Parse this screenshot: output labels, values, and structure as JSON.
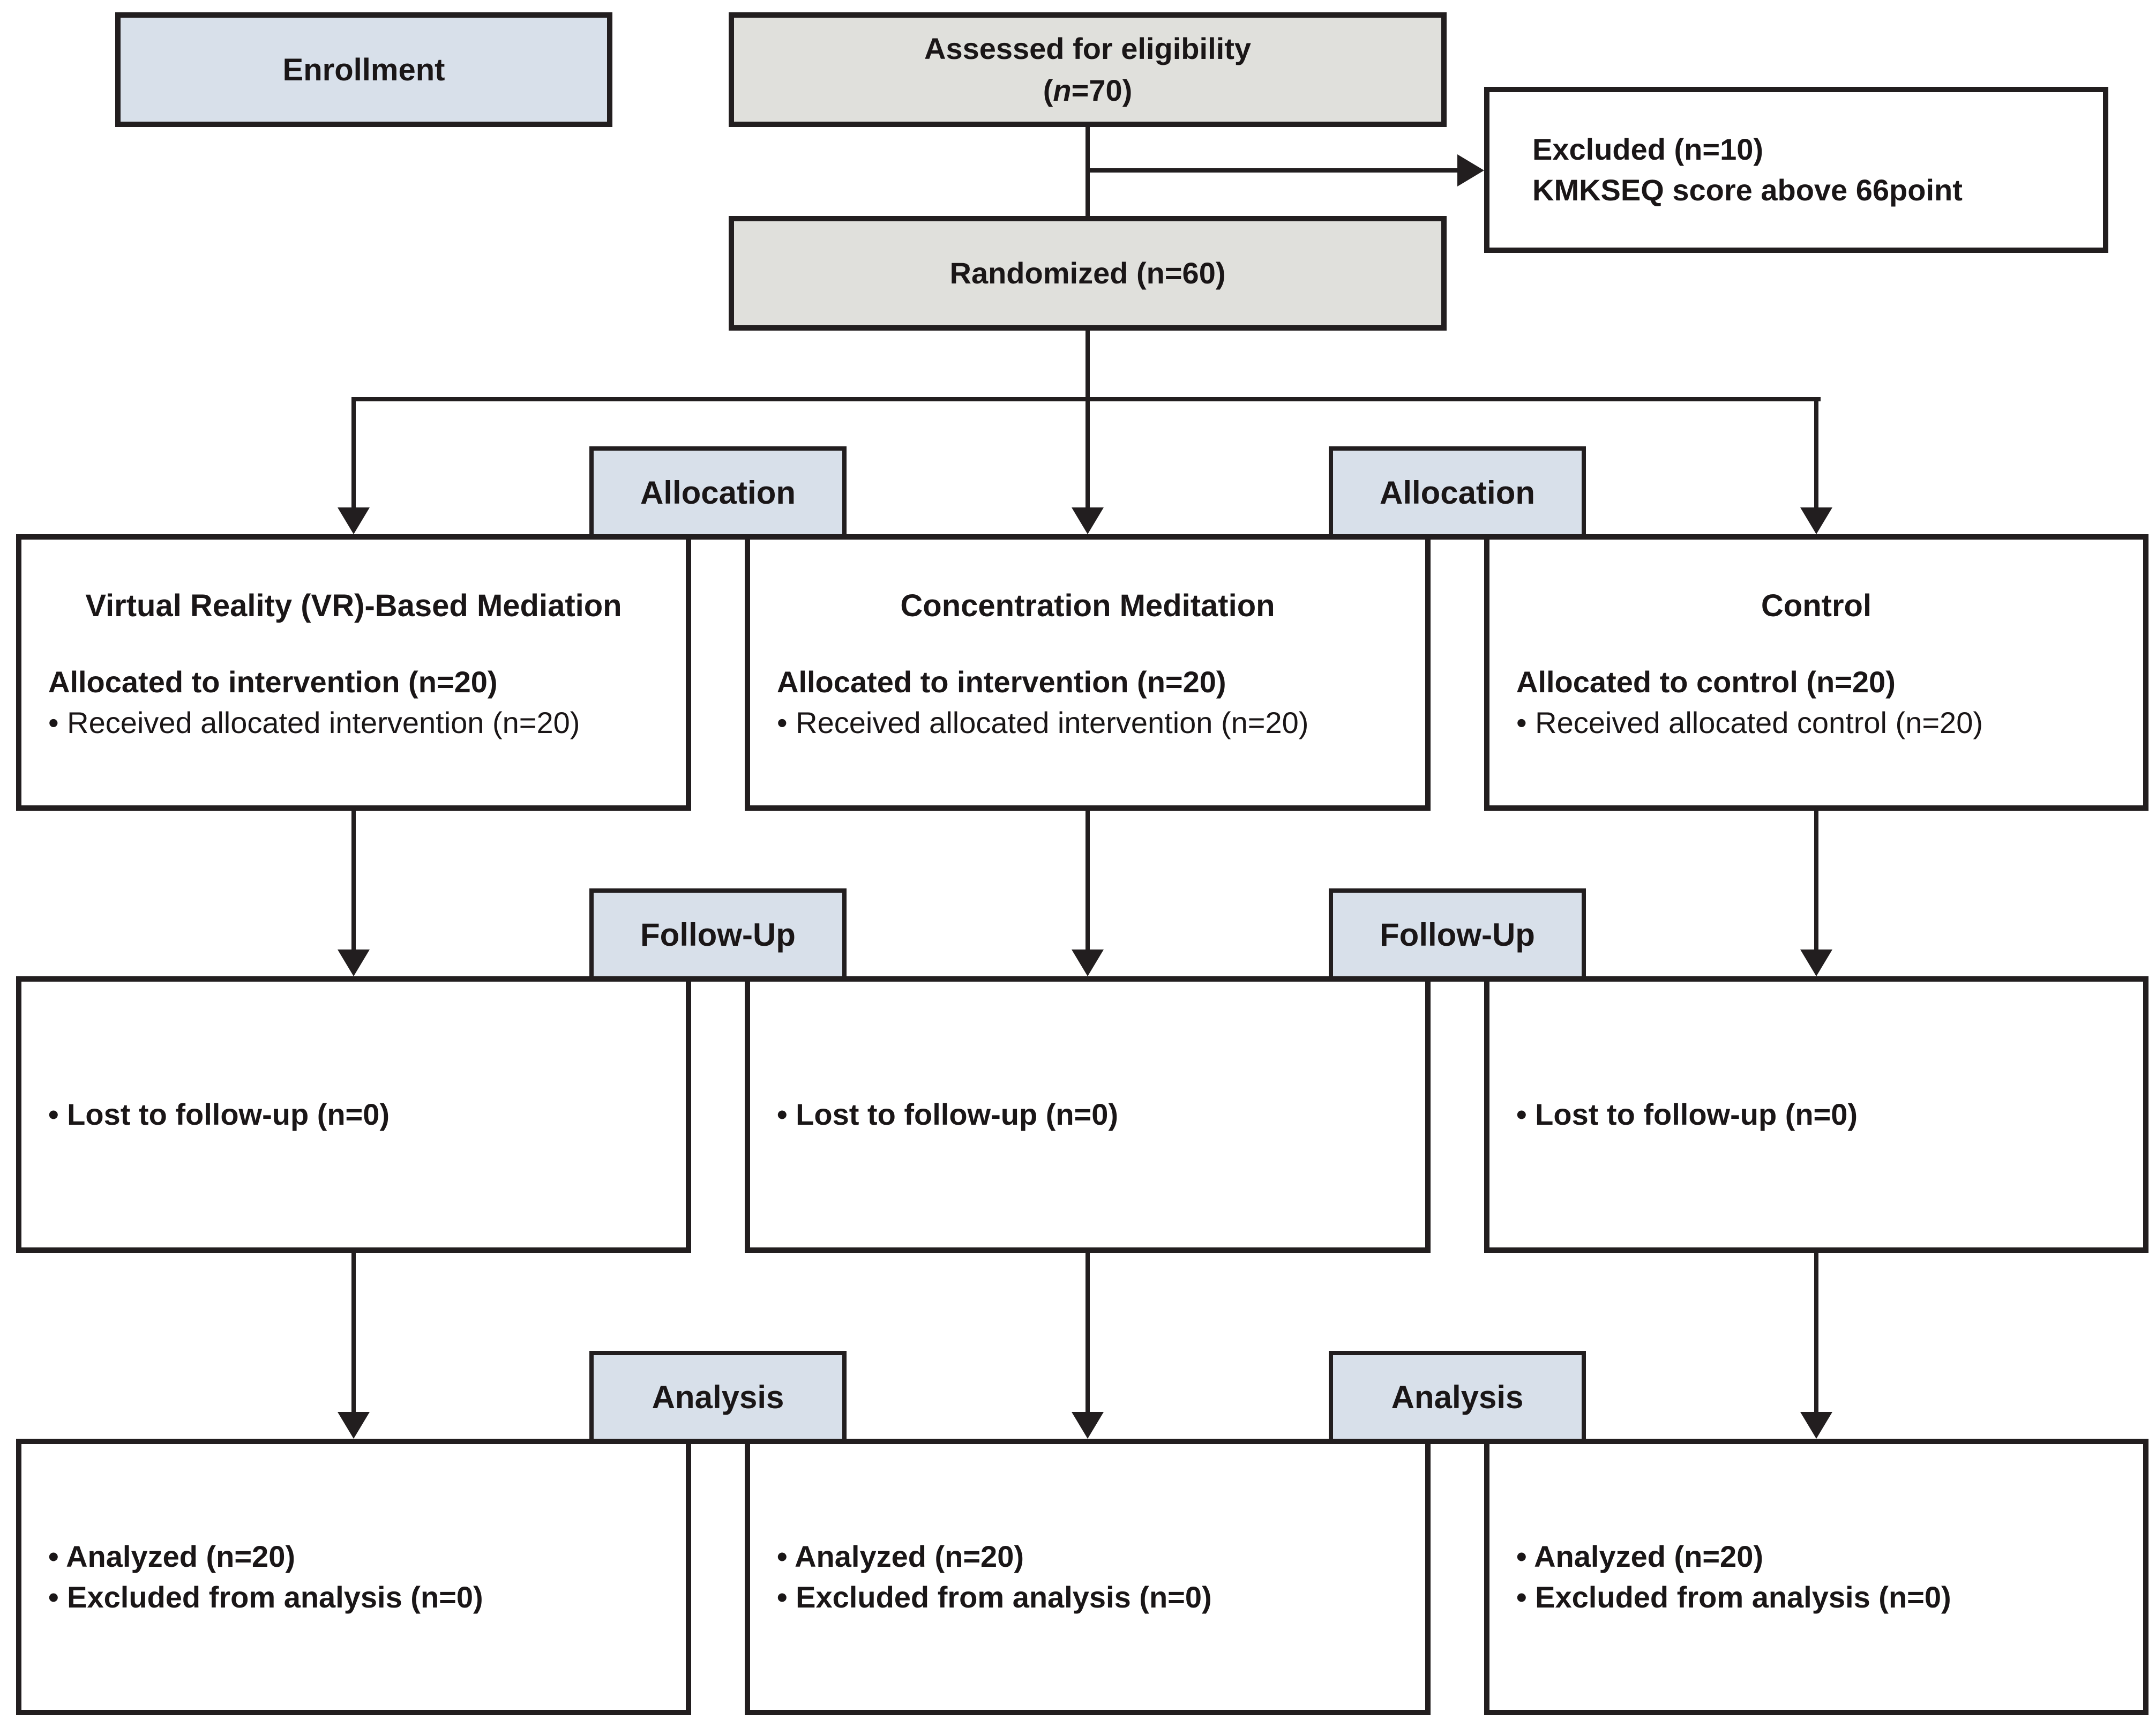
{
  "colors": {
    "label-fill": "#d8e0ea",
    "stage-fill": "#e0e0dc",
    "line": "#221e1f",
    "text": "#1a1617"
  },
  "top": {
    "enrollment_label": "Enrollment",
    "assessed_line1": "Assessed for eligibility",
    "assessed_open": "(",
    "assessed_n": "n",
    "assessed_close": "=70)",
    "excluded_line1": "Excluded (n=10)",
    "excluded_line2": "KMKSEQ score above 66point",
    "randomized_label": "Randomized (n=60)"
  },
  "stages": {
    "allocation": "Allocation",
    "follow_up": "Follow-Up",
    "analysis": "Analysis"
  },
  "arms": [
    {
      "title": "Virtual Reality (VR)-Based Mediation",
      "allocation_heading": "Allocated to intervention (n=20)",
      "allocation_bullet": "• Received allocated intervention (n=20)",
      "followup_bullet": "• Lost to follow-up (n=0)",
      "analysis_bullet1": "• Analyzed (n=20)",
      "analysis_bullet2": "• Excluded from analysis (n=0)"
    },
    {
      "title": "Concentration Meditation",
      "allocation_heading": "Allocated to intervention (n=20)",
      "allocation_bullet": "• Received allocated intervention (n=20)",
      "followup_bullet": "• Lost to follow-up (n=0)",
      "analysis_bullet1": "• Analyzed (n=20)",
      "analysis_bullet2": "• Excluded from analysis (n=0)"
    },
    {
      "title": "Control",
      "allocation_heading": "Allocated to control (n=20)",
      "allocation_bullet": "• Received allocated control (n=20)",
      "followup_bullet": "• Lost to follow-up (n=0)",
      "analysis_bullet1": "• Analyzed (n=20)",
      "analysis_bullet2": "• Excluded from analysis (n=0)"
    }
  ]
}
